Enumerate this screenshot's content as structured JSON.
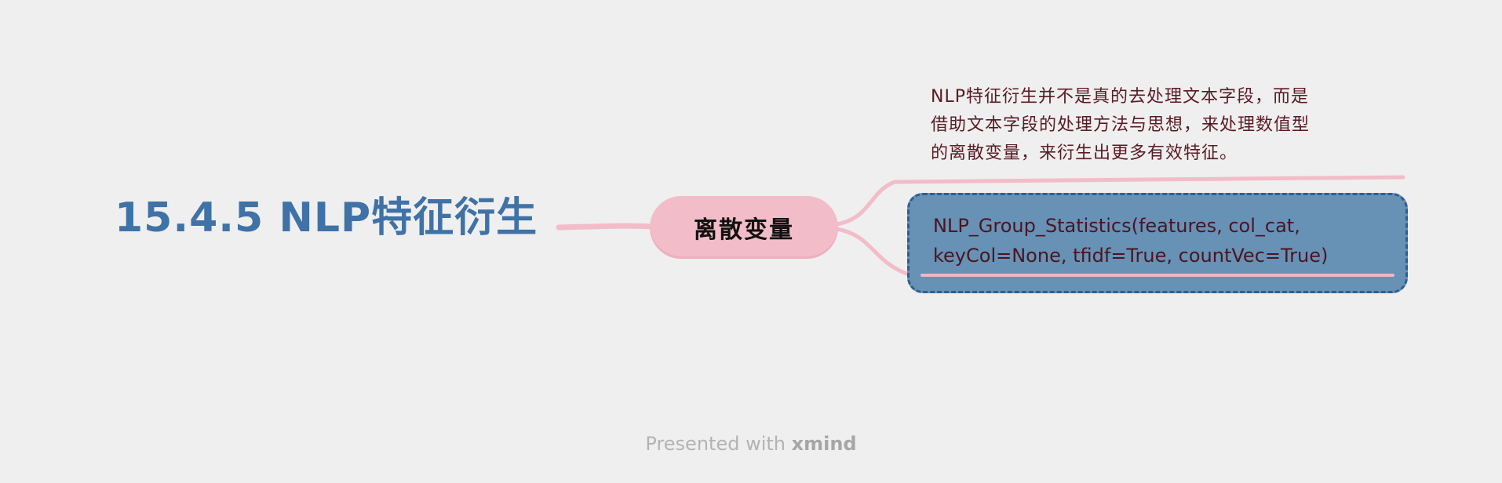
{
  "mindmap": {
    "root_topic": "15.4.5 NLP特征衍生",
    "main_topic": "离散变量",
    "subtopics": [
      {
        "kind": "note",
        "lines": [
          "NLP特征衍生并不是真的去处理文本字段，而是",
          "借助文本字段的处理方法与思想，来处理数值型",
          "的离散变量，来衍生出更多有效特征。"
        ]
      },
      {
        "kind": "code",
        "lines": [
          "NLP_Group_Statistics(features, col_cat,",
          "keyCol=None, tfidf=True, countVec=True)"
        ]
      }
    ]
  },
  "footer": {
    "prefix": "Presented with ",
    "brand": "xmind"
  },
  "colors": {
    "background": "#efefef",
    "root_text": "#3f72a6",
    "main_topic_fill": "#f2bcc8",
    "connector": "#f2bcc8",
    "note_text": "#5a1a24",
    "code_fill": "#6791b5",
    "code_border": "#2f5f8f",
    "code_text": "#4a1520"
  }
}
